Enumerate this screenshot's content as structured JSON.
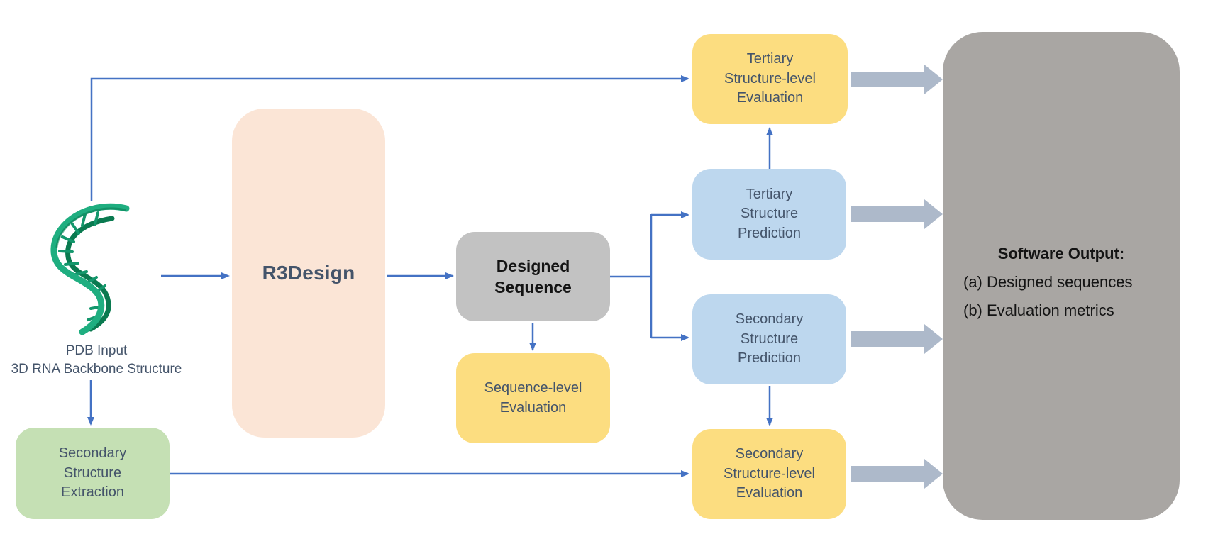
{
  "colors": {
    "line_blue": "#4472C4",
    "thick_arrow_gray": "#ADB9CA",
    "peach_fill": "#FBE5D6",
    "yellow_fill": "#FCDD80",
    "blue_fill": "#BDD7EE",
    "green_fill": "#C5E0B4",
    "node_gray_fill": "#C2C2C2",
    "output_gray_fill": "#A9A6A3",
    "slate_text": "#44546A",
    "dark_text": "#141414",
    "rna_green_dark": "#0A7A50",
    "rna_green": "#13976C",
    "rna_green_light": "#1FAE80"
  },
  "nodes": {
    "pdb_input": {
      "lines": [
        "PDB Input",
        "3D RNA Backbone Structure"
      ]
    },
    "secondary_structure_extraction": {
      "lines": [
        "Secondary",
        "Structure",
        "Extraction"
      ]
    },
    "r3design": {
      "label": "R3Design"
    },
    "designed_sequence": {
      "lines": [
        "Designed",
        "Sequence"
      ]
    },
    "sequence_level_evaluation": {
      "lines": [
        "Sequence-level",
        "Evaluation"
      ]
    },
    "tertiary_structure_level_evaluation": {
      "lines": [
        "Tertiary",
        "Structure-level",
        "Evaluation"
      ]
    },
    "tertiary_structure_prediction": {
      "lines": [
        "Tertiary",
        "Structure",
        "Prediction"
      ]
    },
    "secondary_structure_prediction": {
      "lines": [
        "Secondary",
        "Structure",
        "Prediction"
      ]
    },
    "secondary_structure_level_evaluation": {
      "lines": [
        "Secondary",
        "Structure-level",
        "Evaluation"
      ]
    },
    "software_output": {
      "heading": "Software Output:",
      "items": [
        "(a) Designed sequences",
        "(b) Evaluation metrics"
      ]
    }
  },
  "icons": {
    "rna_structure": "green-3d-rna-double-helix-illustration"
  }
}
